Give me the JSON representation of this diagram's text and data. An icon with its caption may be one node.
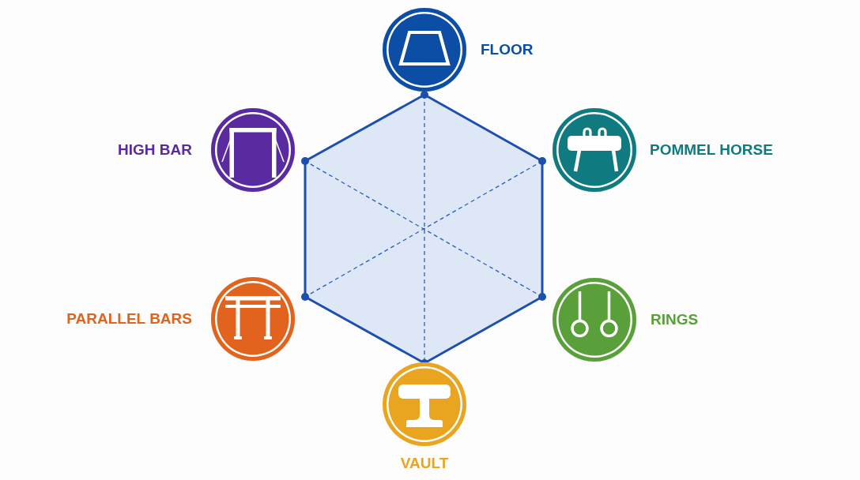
{
  "diagram": {
    "nodes": [
      {
        "text": [
          "FLOOR"
        ]
      },
      {
        "text": [
          "HIGH BAR"
        ]
      },
      {
        "text": [
          "POMMEL HORSE"
        ]
      },
      {
        "text": [
          "PARALLEL BARS"
        ]
      },
      {
        "text": [
          "RINGS"
        ]
      },
      {
        "text": [
          "VAULT"
        ]
      }
    ]
  }
}
